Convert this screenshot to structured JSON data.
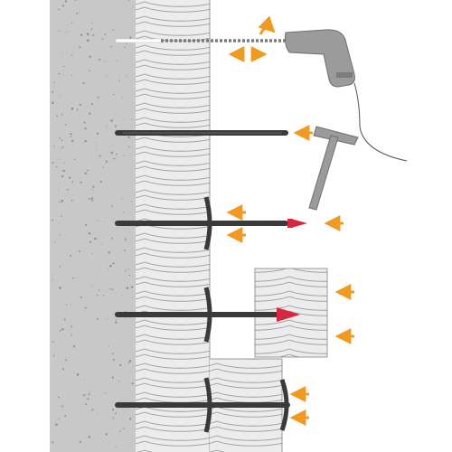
{
  "diagram": {
    "colors": {
      "concrete": "#c8c8c8",
      "concrete_speckle": "#8e8e8e",
      "insulation": "#ececec",
      "insulation_line": "#9a9a9a",
      "anchor": "#3a3a3a",
      "arrow": "#f29a1f",
      "nail_red": "#d7263d",
      "tool_grey": "#9b9b9b"
    },
    "icons": {
      "drill": "drill-icon",
      "hammer": "hammer-icon",
      "rotation": "rotation-arrow-icon",
      "push": "push-arrow-icon",
      "back_and_forth": "double-arrow-icon"
    },
    "steps": [
      {
        "id": "drill-hole"
      },
      {
        "id": "insert-anchor"
      },
      {
        "id": "insert-nail"
      },
      {
        "id": "drive-nail"
      },
      {
        "id": "seat-anchor"
      }
    ]
  }
}
